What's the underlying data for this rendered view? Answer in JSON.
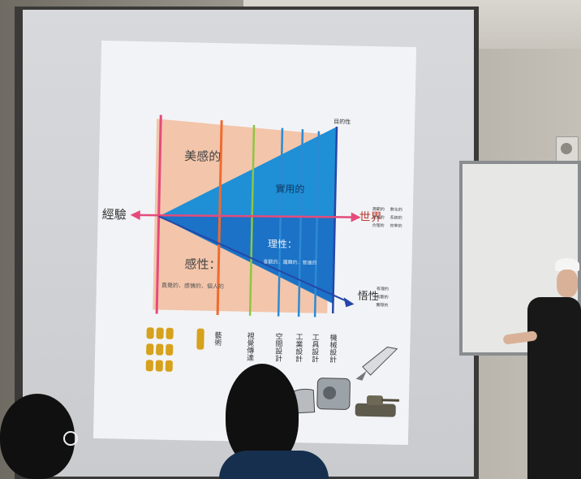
{
  "slide": {
    "left_label": "經驗",
    "right_label": "世界",
    "lower_right_label": "悟性",
    "upper_left_text": "美感的",
    "lower_left_text": "感性：",
    "lower_left_subtext": "直覺的．感情的．個人的",
    "upper_center_text": "實用的",
    "center_text": "理性：",
    "center_subtext": "客觀的．邏輯的．普遍的",
    "top_right_small": "目的性",
    "right_small_block": [
      "規範的",
      "普遍的",
      "合理的",
      "數化的",
      "系統的",
      "效率的"
    ],
    "lower_right_small_block": [
      "有理的",
      "客觀的",
      "實際的"
    ],
    "column_labels": [
      "藝術",
      "視覺傳達",
      "空間設計",
      "工業設計",
      "工具設計",
      "機械設計"
    ]
  },
  "colors": {
    "warm_fill": "#f2c2a5",
    "blue_fill": "#1f8fd6",
    "dark_blue_fill": "#1b6fc4",
    "pink_line": "#e44b7a",
    "orange_line": "#ef6b2f",
    "green_line": "#8dc642",
    "blue_line": "#2d8ad3",
    "navy_line": "#2546a8"
  }
}
